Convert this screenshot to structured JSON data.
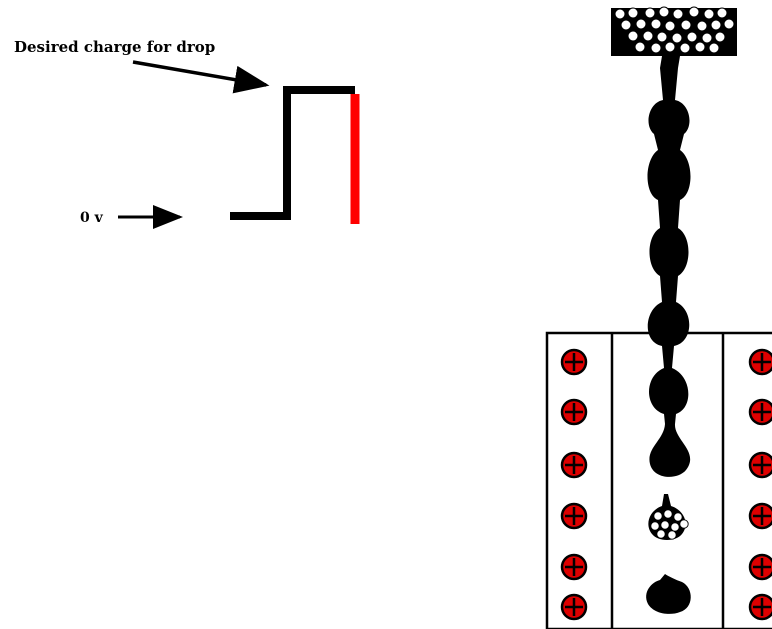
{
  "labels": {
    "desired_charge": "Desired charge for drop",
    "zero_volt": "0 v"
  },
  "colors": {
    "ink": "#000000",
    "charge_pulse": "#ff0000",
    "ion_fill": "#dd0000",
    "background": "#ffffff",
    "bubble_fill": "#ffffff"
  },
  "icons": {
    "reservoir": "droplet-reservoir-icon",
    "ion": "positive-ion-icon",
    "drop": "liquid-drop-icon"
  },
  "charge_plot": {
    "levels": [
      "0 v",
      "Desired charge for drop"
    ]
  },
  "electrode_ions": {
    "per_column": 6
  }
}
